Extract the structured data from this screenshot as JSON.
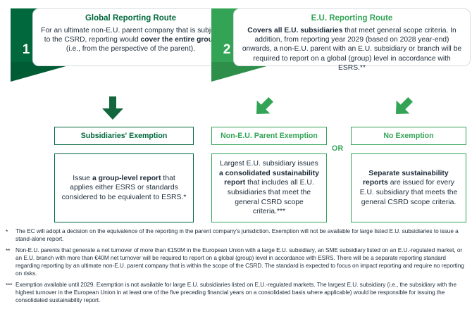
{
  "colors": {
    "dark_green": "#00683c",
    "dark_green_fold": "#005c35",
    "light_green": "#33a456",
    "light_green_fold": "#2d8f49",
    "card_border": "#d7dde2",
    "text": "#1c2b39"
  },
  "routes": [
    {
      "number": "1",
      "title": "Global Reporting Route",
      "body_html": "For an ultimate non-E.U. parent company that is subject to the CSRD, reporting would <b>cover the entire group</b> (i.e., from the perspective of the parent).",
      "accent": "#00683c"
    },
    {
      "number": "2",
      "title": "E.U. Reporting Route",
      "body_html": "<b>Covers all E.U. subsidiaries</b> that meet general scope criteria. In addition, from reporting year 2029 (based on 2028 year-end) onwards, a non-E.U. parent with an E.U. subsidiary or branch will be required to report on a global (group) level in accordance with ESRS.**",
      "accent": "#33a456"
    }
  ],
  "arrows": [
    {
      "name": "arrow-down-subsidiaries-exemption",
      "direction": "down",
      "color": "#00683c"
    },
    {
      "name": "arrow-diagonal-non-eu-parent-exemption",
      "direction": "down-right",
      "color": "#33a456"
    },
    {
      "name": "arrow-diagonal-no-exemption",
      "direction": "down-right",
      "color": "#33a456"
    }
  ],
  "outcomes": [
    {
      "header": "Subsidiaries' Exemption",
      "accent": "#00683c",
      "body_html": "Issue <b>a group-level report</b> that applies either ESRS or standards considered to be equivalent to ESRS.*"
    },
    {
      "header": "Non-E.U. Parent Exemption",
      "accent": "#33a456",
      "body_html": "Largest E.U. subsidiary issues <b>a consolidated sustainability report</b> that includes all E.U. subsidiaries that meet the general CSRD scope criteria.***"
    },
    {
      "header": "No Exemption",
      "accent": "#33a456",
      "body_html": "<b>Separate sustainability reports</b> are issued for every E.U. subsidiary that meets the general CSRD scope criteria."
    }
  ],
  "or_label": "OR",
  "footnotes": [
    {
      "mark": "*",
      "text": "The EC will adopt a decision on the equivalence of the reporting in the parent company's jurisdiction. Exemption will not be available for large listed E.U. subsidiaries to issue a stand-alone report."
    },
    {
      "mark": "**",
      "text": "Non-E.U. parents that generate a net turnover of more than €150M in the European Union with a large E.U. subsidiary, an SME subsidiary listed on an E.U.-regulated market, or an E.U. branch with more than €40M net turnover will be required to report on a global (group) level in accordance with ESRS. There will be a separate reporting standard regarding reporting by an ultimate non-E.U. parent company that is within the scope of the CSRD. The standard is expected to focus on impact reporting and require no reporting on risks."
    },
    {
      "mark": "***",
      "text": "Exemption available until 2029. Exemption is not available for large E.U. subsidiaries listed on E.U.-regulated markets. The largest E.U. subsidiary (i.e., the subsidiary with the highest turnover in the European Union in at least one of the five preceding financial years on a consolidated basis where applicable) would be responsible for issuing the consolidated sustainability report."
    }
  ]
}
